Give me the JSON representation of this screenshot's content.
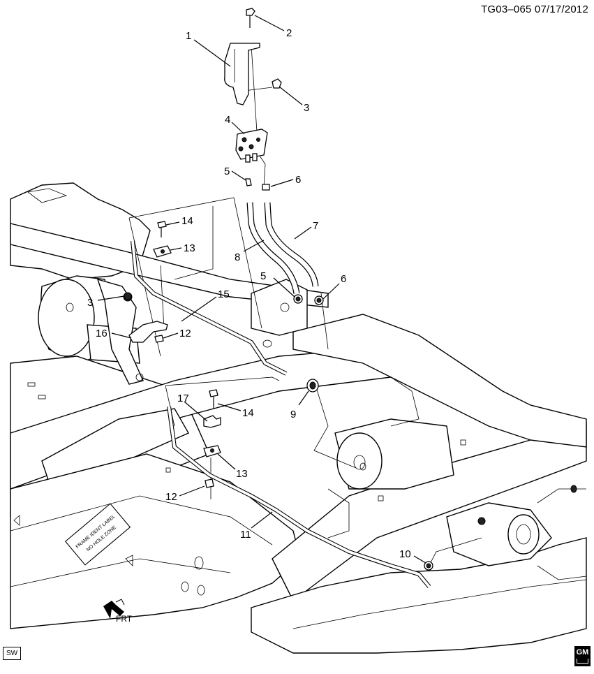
{
  "header": {
    "drawing_id": "TG03–065  07/17/2012"
  },
  "callouts": [
    {
      "label": "1"
    },
    {
      "label": "2"
    },
    {
      "label": "3"
    },
    {
      "label": "3"
    },
    {
      "label": "4"
    },
    {
      "label": "5"
    },
    {
      "label": "5"
    },
    {
      "label": "6"
    },
    {
      "label": "6"
    },
    {
      "label": "7"
    },
    {
      "label": "8"
    },
    {
      "label": "9"
    },
    {
      "label": "10"
    },
    {
      "label": "11"
    },
    {
      "label": "12"
    },
    {
      "label": "12"
    },
    {
      "label": "13"
    },
    {
      "label": "13"
    },
    {
      "label": "14"
    },
    {
      "label": "14"
    },
    {
      "label": "15"
    },
    {
      "label": "16"
    },
    {
      "label": "17"
    }
  ],
  "frame_stamp": {
    "line1": "FRAME IDENT LABEL",
    "line2": "NO HOLE ZONE"
  },
  "direction": {
    "label": "FRT"
  },
  "badges": {
    "sw": "SW",
    "gm": "GM"
  }
}
